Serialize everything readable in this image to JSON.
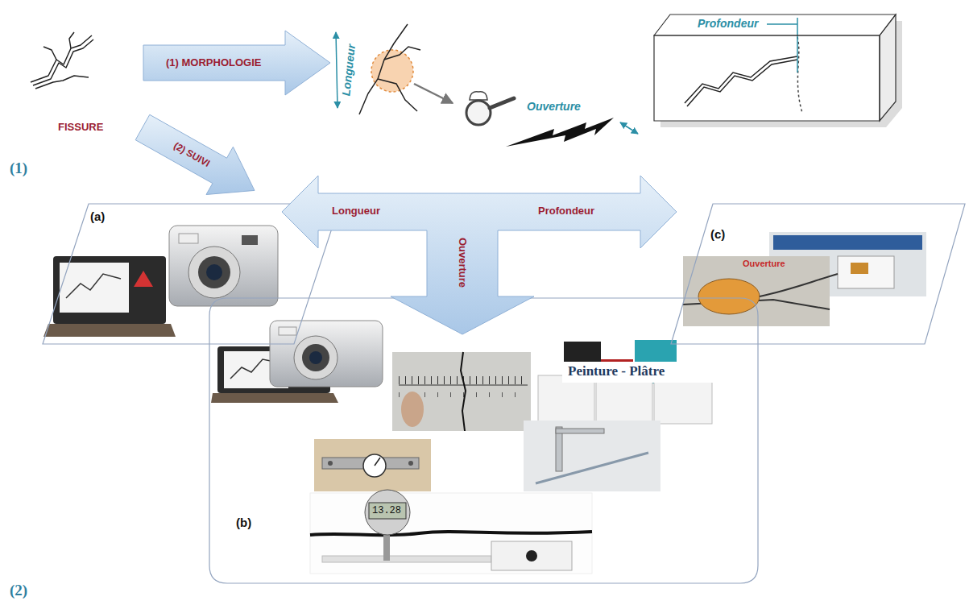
{
  "diagram": {
    "nodes": [
      {
        "text": [
          "(1) MORPHOLOGIE"
        ]
      },
      {
        "text": [
          "Profondeur"
        ]
      },
      {
        "text": [
          "(2) SUIVI"
        ]
      },
      {
        "text": [
          "(a)"
        ]
      },
      {
        "text": [
          "Longueur",
          "Ouverture",
          "Profondeur"
        ]
      },
      {
        "text": [
          "(c)",
          "Ouverture"
        ]
      },
      {
        "text": [
          "(b)"
        ]
      }
    ],
    "labels": [
      "Longueur",
      "Ouverture",
      "FISSURE",
      "(1)",
      "Peinture - Plâtre",
      "13.28",
      "(2)"
    ]
  }
}
